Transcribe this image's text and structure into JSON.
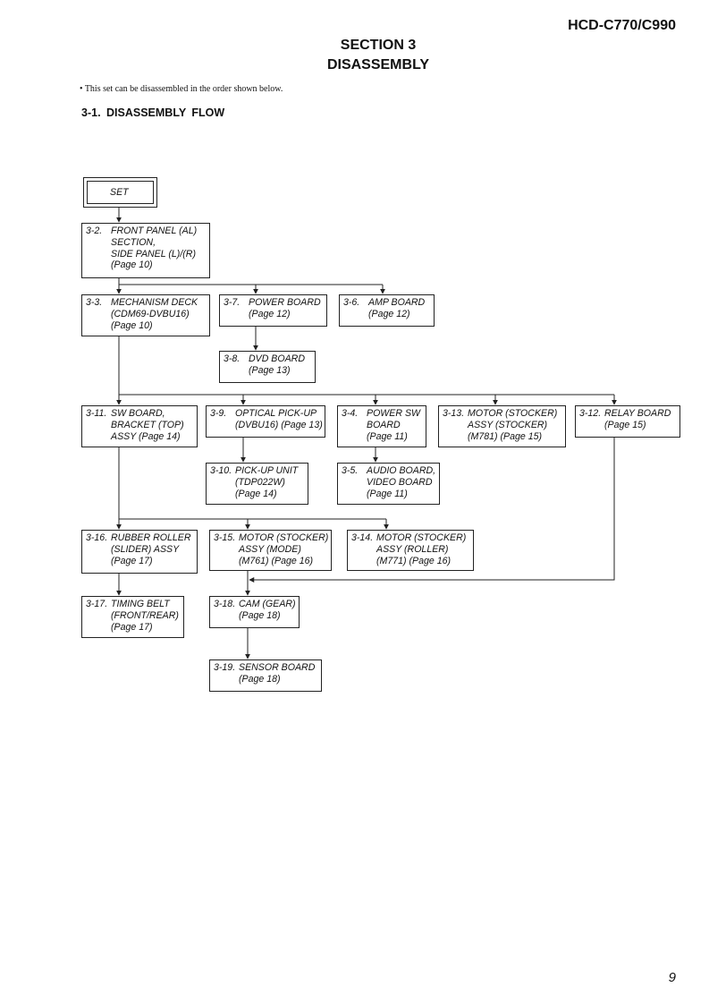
{
  "header": {
    "model": "HCD-C770/C990",
    "section": "SECTION  3",
    "title": "DISASSEMBLY",
    "intro": "• This set can be disassembled in the order shown below.",
    "subheading": "3-1.   DISASSEMBLY  FLOW",
    "page_number": "9"
  },
  "flow": {
    "set": "SET",
    "b32": {
      "num": "3-2.",
      "lines": [
        "FRONT PANEL (AL)",
        "SECTION,",
        "SIDE PANEL (L)/(R)",
        "(Page 10)"
      ]
    },
    "b33": {
      "num": "3-3.",
      "lines": [
        "MECHANISM DECK",
        "(CDM69-DVBU16)",
        "(Page 10)"
      ]
    },
    "b37": {
      "num": "3-7.",
      "lines": [
        "POWER BOARD",
        "(Page 12)"
      ]
    },
    "b36": {
      "num": "3-6.",
      "lines": [
        "AMP BOARD",
        "(Page 12)"
      ]
    },
    "b38": {
      "num": "3-8.",
      "lines": [
        "DVD BOARD",
        "(Page 13)"
      ]
    },
    "b311": {
      "num": "3-11.",
      "lines": [
        "SW BOARD,",
        "BRACKET (TOP)",
        "ASSY (Page 14)"
      ]
    },
    "b39": {
      "num": "3-9.",
      "lines": [
        "OPTICAL PICK-UP",
        "(DVBU16) (Page 13)"
      ]
    },
    "b34": {
      "num": "3-4.",
      "lines": [
        "POWER SW",
        "BOARD",
        "(Page 11)"
      ]
    },
    "b313": {
      "num": "3-13.",
      "lines": [
        "MOTOR (STOCKER)",
        "ASSY (STOCKER)",
        "(M781) (Page 15)"
      ]
    },
    "b312": {
      "num": "3-12.",
      "lines": [
        "RELAY BOARD",
        "(Page 15)"
      ]
    },
    "b310": {
      "num": "3-10.",
      "lines": [
        "PICK-UP UNIT",
        "(TDP022W)",
        "(Page 14)"
      ]
    },
    "b35": {
      "num": "3-5.",
      "lines": [
        "AUDIO BOARD,",
        "VIDEO BOARD",
        "(Page 11)"
      ]
    },
    "b316": {
      "num": "3-16.",
      "lines": [
        "RUBBER ROLLER",
        "(SLIDER) ASSY",
        "(Page 17)"
      ]
    },
    "b315": {
      "num": "3-15.",
      "lines": [
        "MOTOR (STOCKER)",
        "ASSY (MODE)",
        "(M761) (Page 16)"
      ]
    },
    "b314": {
      "num": "3-14.",
      "lines": [
        "MOTOR (STOCKER)",
        "ASSY (ROLLER)",
        "(M771) (Page 16)"
      ]
    },
    "b317": {
      "num": "3-17.",
      "lines": [
        "TIMING BELT",
        "(FRONT/REAR)",
        "(Page 17)"
      ]
    },
    "b318": {
      "num": "3-18.",
      "lines": [
        "CAM (GEAR)",
        "(Page 18)"
      ]
    },
    "b319": {
      "num": "3-19.",
      "lines": [
        "SENSOR BOARD",
        "(Page 18)"
      ]
    }
  }
}
